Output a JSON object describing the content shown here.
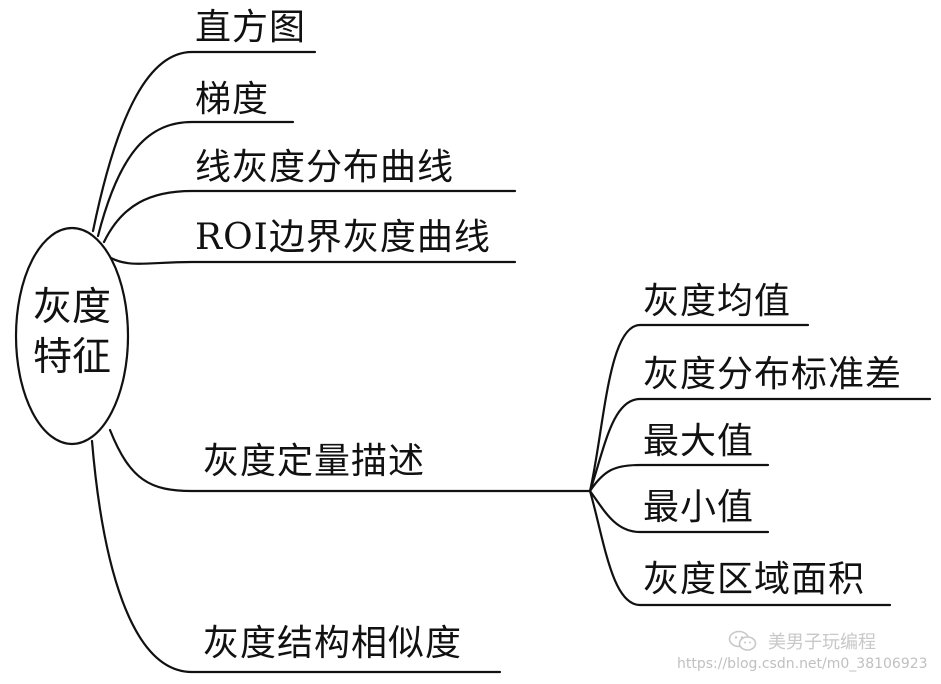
{
  "root": {
    "line1": "灰度",
    "line2": "特征"
  },
  "branches": {
    "histogram": "直方图",
    "gradient": "梯度",
    "line_profile": "线灰度分布曲线",
    "roi_profile": "ROI边界灰度曲线",
    "quant": "灰度定量描述",
    "ssim": "灰度结构相似度"
  },
  "quant_children": {
    "mean": "灰度均值",
    "std": "灰度分布标准差",
    "max": "最大值",
    "min": "最小值",
    "area": "灰度区域面积"
  },
  "watermark": {
    "icon": "wechat-icon",
    "text": "美男子玩编程",
    "url": "https://blog.csdn.net/m0_38106923"
  }
}
